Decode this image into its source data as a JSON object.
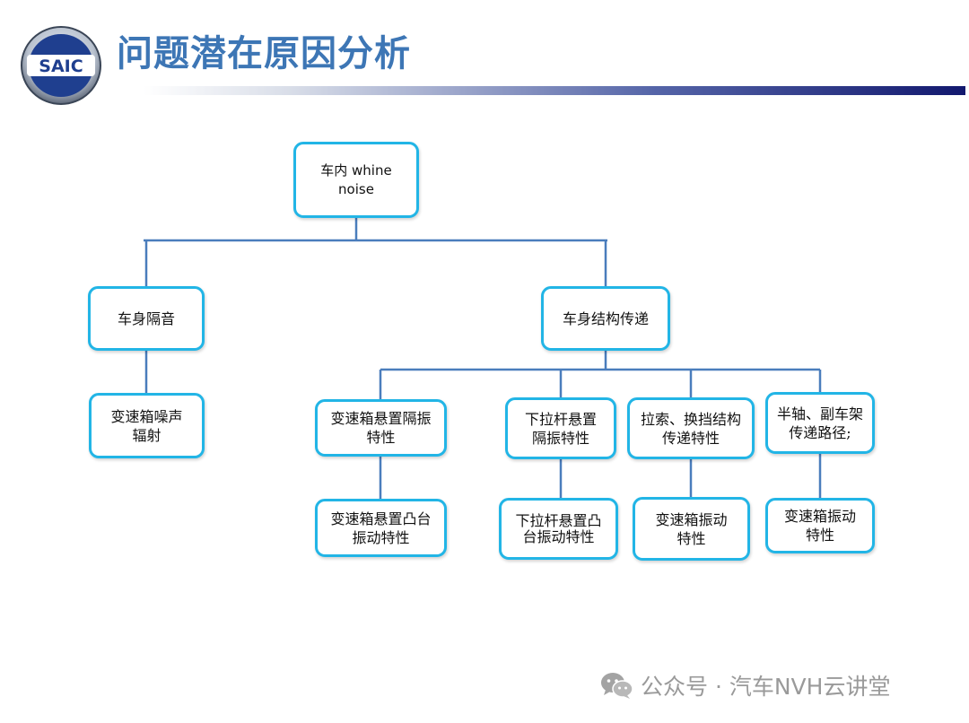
{
  "header": {
    "logo_text": "SAIC",
    "title": "问题潜在原因分析"
  },
  "tree": {
    "root": "车内 whine noise",
    "branch_left": "车身隔音",
    "branch_left_child": "变速箱噪声辐射",
    "branch_right": "车身结构传递",
    "sub1": "变速箱悬置隔振特性",
    "sub1_child": "变速箱悬置凸台振动特性",
    "sub2": "下拉杆悬置隔振特性",
    "sub2_child": "下拉杆悬置凸台振动特性",
    "sub3": "拉索、换挡结构传递特性",
    "sub3_child": "变速箱振动特性",
    "sub4": "半轴、副车架传递路径;",
    "sub4_child": "变速箱振动特性"
  },
  "footer": {
    "watermark": "公众号 · 汽车NVH云讲堂"
  },
  "colors": {
    "title": "#3d76b5",
    "node_border": "#22b5e6",
    "connector": "#4a7dbc",
    "watermark": "#9a9a9a"
  }
}
